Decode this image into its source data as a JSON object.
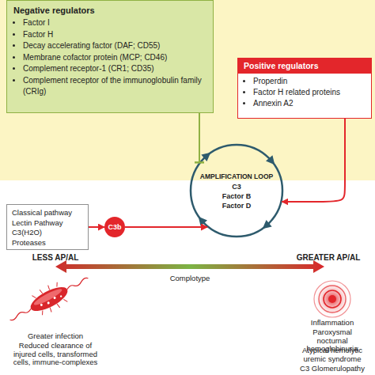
{
  "diagram": {
    "nodes": [
      {
        "text": [
          "Negative regulators",
          "Factor I",
          "Factor H",
          "Decay accelerating factor (DAF; CD55)",
          "Membrane cofactor protein (MCP; CD46)",
          "Complement receptor-1 (CR1; CD35)",
          "Complement receptor of the immunoglobulin family (CRIg)"
        ]
      },
      {
        "text": [
          "Positive regulators",
          "Properdin",
          "Factor H related proteins",
          "Annexin A2"
        ]
      },
      {
        "text": [
          "Classical pathway",
          "Lectin Pathway",
          "C3(H2O)",
          "Proteases"
        ]
      },
      {
        "text": [
          "C3b"
        ]
      },
      {
        "text": [
          "AMPLIFICATION LOOP",
          "C3",
          "Factor B",
          "Factor D"
        ]
      }
    ],
    "edges": [
      {
        "from": 2,
        "to": 3,
        "arrow": "to"
      },
      {
        "from": 3,
        "to": 4,
        "arrow": "to"
      },
      {
        "from": 0,
        "to": 4,
        "arrow": "to"
      },
      {
        "from": 1,
        "to": 4,
        "arrow": "to"
      }
    ],
    "labels": [
      "LESS AP/AL",
      "GREATER AP/AL",
      "Complotype",
      "Greater infection",
      "Reduced clearance of injured cells, transformed cells, immune-complexes",
      "Inflammation",
      "Paroxysmal nocturnal hemoglobinuria",
      "Atypical hemolytic uremic syndrome",
      "C3 Glomerulopathy"
    ]
  }
}
